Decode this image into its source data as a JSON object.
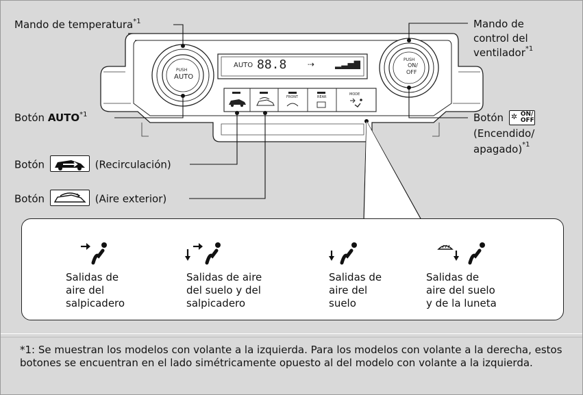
{
  "labels": {
    "temp_knob": "Mando de temperatura",
    "temp_knob_sup": "*1",
    "auto_prefix": "Botón ",
    "auto_bold": "AUTO",
    "auto_sup": "*1",
    "recirc_prefix": "Botón",
    "recirc_suffix": "(Recirculación)",
    "fresh_prefix": "Botón",
    "fresh_suffix": "(Aire exterior)",
    "fan_knob_line1": "Mando de",
    "fan_knob_line2": "control del",
    "fan_knob_line3": "ventilador",
    "fan_knob_sup": "*1",
    "onoff_prefix": "Botón",
    "onoff_icon_text_top": "ON/",
    "onoff_icon_text_bottom": "OFF",
    "onoff_line2": "(Encendido/",
    "onoff_line3": "apagado)",
    "onoff_sup": "*1"
  },
  "panel": {
    "left_knob_top": "PUSH",
    "left_knob_main": "AUTO",
    "right_knob_top": "PUSH",
    "right_knob_main": "ON/",
    "right_knob_bottom": "OFF",
    "display_auto": "AUTO",
    "display_temp": "88.8",
    "btn_front": "FRONT",
    "btn_rear": "REAR",
    "btn_mode": "MODE"
  },
  "vents": [
    {
      "text": "Salidas de\naire del\nsalpicadero"
    },
    {
      "text": "Salidas de aire\ndel suelo y del\nsalpicadero"
    },
    {
      "text": "Salidas de\naire del\nsuelo"
    },
    {
      "text": "Salidas de\naire del suelo\ny de la luneta"
    }
  ],
  "footnote": "*1: Se muestran los modelos con volante a la izquierda. Para los modelos con volante a la derecha, estos botones se encuentran en el lado simétricamente opuesto al del modelo con volante a la izquierda."
}
